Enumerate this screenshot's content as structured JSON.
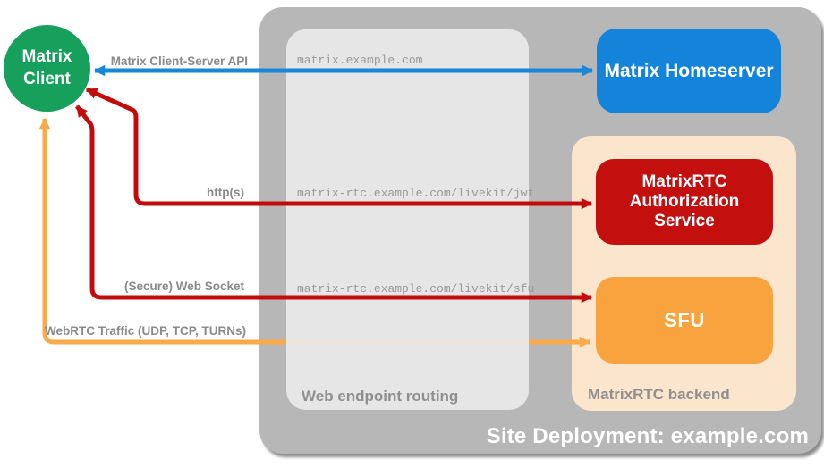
{
  "diagram_title": "Site Deployment: example.com",
  "client": {
    "label_line1": "Matrix",
    "label_line2": "Client",
    "color": "#16a05c"
  },
  "container": {
    "caption": "Site Deployment: example.com",
    "color": "#b7b7b7"
  },
  "routing": {
    "caption": "Web endpoint routing",
    "endpoints": [
      "matrix.example.com",
      "matrix-rtc.example.com/livekit/jwt",
      "matrix-rtc.example.com/livekit/sfu"
    ]
  },
  "backend": {
    "caption": "MatrixRTC backend",
    "color": "#fce5cd"
  },
  "nodes": {
    "homeserver": {
      "label": "Matrix Homeserver",
      "color": "#1484db"
    },
    "auth_service": {
      "label": "MatrixRTC Authorization Service",
      "color": "#c40f0f"
    },
    "sfu": {
      "label": "SFU",
      "color": "#f8a33e"
    }
  },
  "arrows": [
    {
      "name": "matrix-client-server-api",
      "label": "Matrix Client-Server API",
      "color": "#1787d9",
      "from": "Matrix Client",
      "to": "Matrix Homeserver",
      "bidirectional": true
    },
    {
      "name": "https",
      "label": "http(s)",
      "color": "#c40b0b",
      "from": "Matrix Client",
      "to": "MatrixRTC Authorization Service",
      "bidirectional": true
    },
    {
      "name": "secure-web-socket",
      "label": "(Secure) Web Socket",
      "color": "#c40b0b",
      "from": "Matrix Client",
      "to": "SFU",
      "bidirectional": true
    },
    {
      "name": "webrtc-traffic",
      "label": "WebRTC Traffic (UDP, TCP, TURNs)",
      "color": "#f9aa4b",
      "from": "Matrix Client",
      "to": "SFU",
      "bidirectional": true
    }
  ]
}
